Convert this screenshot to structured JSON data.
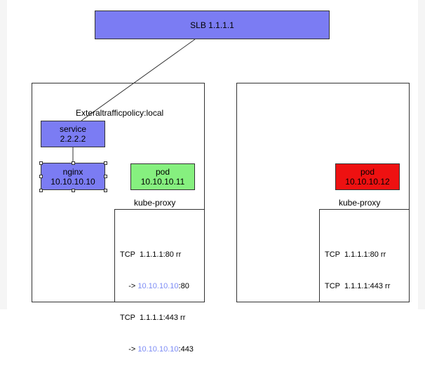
{
  "slb": {
    "label": "SLB 1.1.1.1",
    "fill": "#7b7cf3"
  },
  "node1": {
    "policy_label": "Exteraltrafficpolicy:local",
    "service": {
      "name": "service",
      "ip": "2.2.2.2",
      "fill": "#7b7cf3"
    },
    "nginx": {
      "name": "nginx",
      "ip": "10.10.10.10",
      "fill": "#7b7cf3"
    },
    "pod": {
      "name": "pod",
      "ip": "10.10.10.11",
      "fill": "#86f07f"
    },
    "kube_proxy_label": "kube-proxy",
    "rules": [
      {
        "proto": "TCP",
        "dest": "1.1.1.1:80 rr",
        "target_arrow": "->",
        "target_ip": "10.10.10.10",
        "target_port": ":80"
      },
      {
        "proto": "TCP",
        "dest": "1.1.1.1:443 rr",
        "target_arrow": "->",
        "target_ip": "10.10.10.10",
        "target_port": ":443"
      }
    ]
  },
  "node2": {
    "pod": {
      "name": "pod",
      "ip": "10.10.10.12",
      "fill": "#ee1111"
    },
    "kube_proxy_label": "kube-proxy",
    "rules": [
      {
        "proto": "TCP",
        "dest": "1.1.1.1:80 rr"
      },
      {
        "proto": "TCP",
        "dest": "1.1.1.1:443 rr"
      }
    ]
  },
  "colors": {
    "link_ip": "#7d8cf5",
    "border": "#333333"
  }
}
